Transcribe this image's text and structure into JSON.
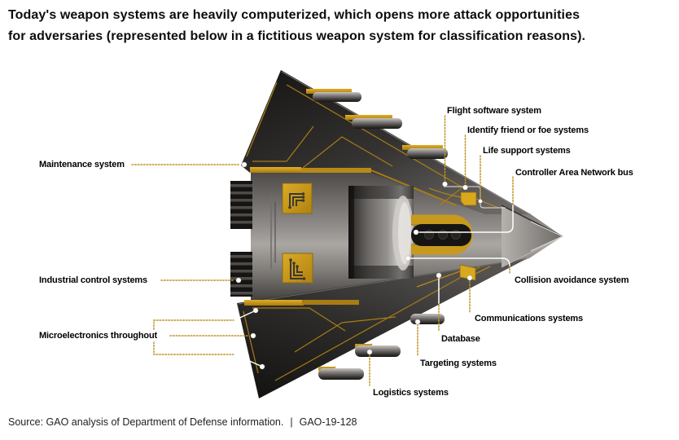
{
  "title": {
    "line1": "Today's weapon systems are heavily computerized, which opens more attack opportunities",
    "line2": "for adversaries (represented below in a fictitious weapon system for classification reasons)."
  },
  "diagram": {
    "description": "Fictitious arrowhead-shaped weapon system viewed from above, nose pointing right, with gold circuit accents",
    "labels": {
      "flight_software": "Flight software system",
      "identify_friend_or_foe": "Identify friend or foe systems",
      "life_support": "Life support systems",
      "can_bus": "Controller Area Network bus",
      "maintenance": "Maintenance system",
      "industrial_control": "Industrial control systems",
      "microelectronics": "Microelectronics throughout",
      "collision_avoidance": "Collision avoidance system",
      "communications": "Communications systems",
      "database": "Database",
      "targeting": "Targeting systems",
      "logistics": "Logistics systems"
    },
    "colors": {
      "gold": "#C7991D",
      "gold_bright": "#DCA81F",
      "leader_line": "#BF9327",
      "body_dark": "#1B1A19",
      "body_mid": "#8F8C89",
      "body_light": "#C9C6C2",
      "label_text": "#000000",
      "endpoint_dot": "#FFFFFF"
    }
  },
  "source": {
    "text": "Source: GAO analysis of Department of Defense information.",
    "separator": "|",
    "report_id": "GAO-19-128"
  }
}
